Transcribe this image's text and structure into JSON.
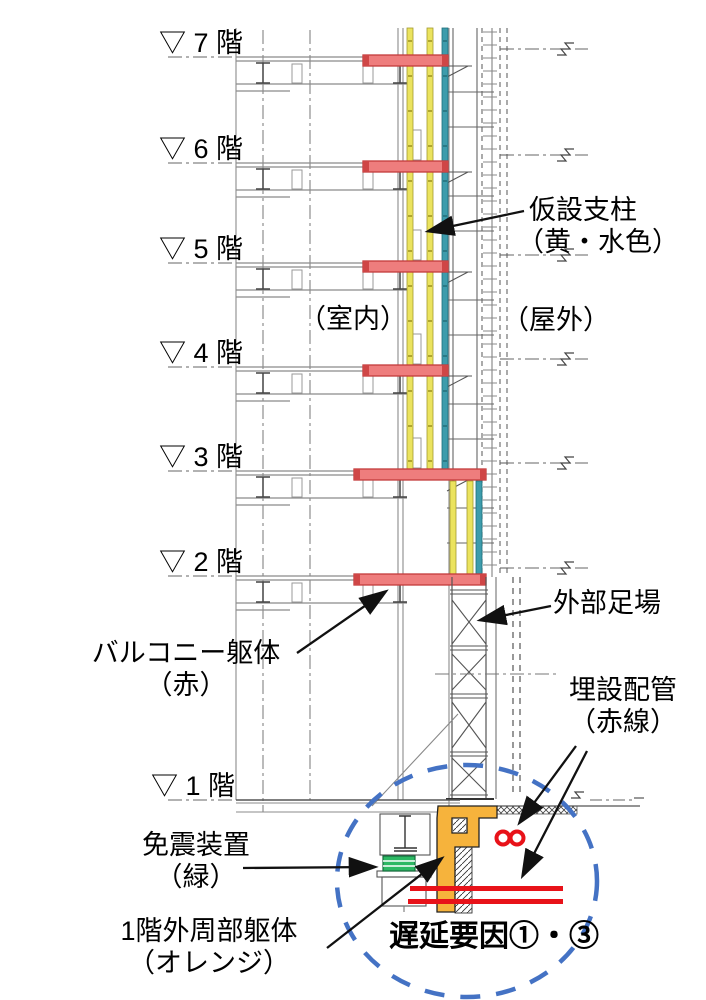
{
  "floors": [
    {
      "label": "▽ 7 階"
    },
    {
      "label": "▽ 6 階"
    },
    {
      "label": "▽ 5 階"
    },
    {
      "label": "▽ 4 階"
    },
    {
      "label": "▽ 3 階"
    },
    {
      "label": "▽ 2 階"
    },
    {
      "label": "▽ 1 階"
    }
  ],
  "areas": {
    "indoor": "（室内）",
    "outdoor": "（屋外）"
  },
  "annotations": {
    "temp_support": {
      "line1": "仮設支柱",
      "line2": "（黄・水色）"
    },
    "balcony": {
      "line1": "バルコニー躯体",
      "line2": "（赤）"
    },
    "scaffold": {
      "label": "外部足場"
    },
    "buried_pipe": {
      "line1": "埋設配管",
      "line2": "（赤線）"
    },
    "isolator": {
      "line1": "免震装置",
      "line2": "（緑）"
    },
    "perimeter": {
      "line1": "1階外周部躯体",
      "line2": "（オレンジ）"
    },
    "delay": {
      "label": "遅延要因①・③"
    }
  },
  "colors": {
    "balcony_red": "#ee7d7d",
    "balcony_red_dark": "#cf4646",
    "post_yellow": "#ebe35e",
    "post_teal": "#3d9cac",
    "frame_orange": "#f6b33c",
    "isolator_green": "#2db863",
    "pipe_red": "#e81219",
    "circle_blue": "#4472c4"
  }
}
